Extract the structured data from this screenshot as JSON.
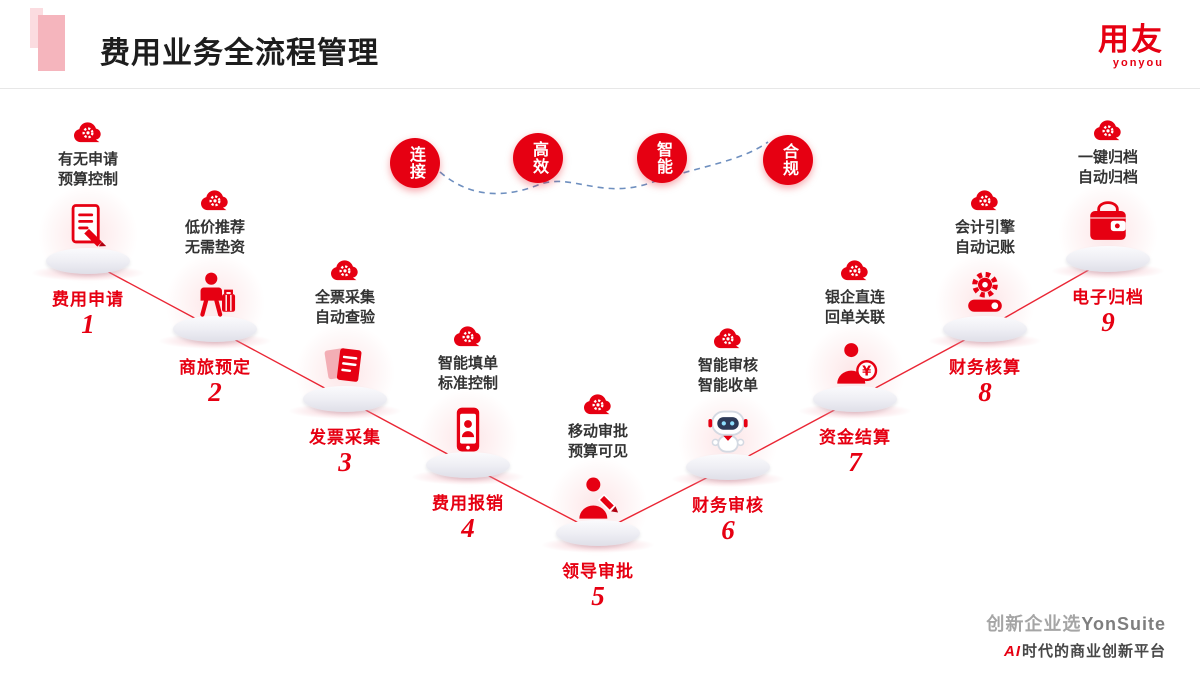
{
  "header": {
    "title": "费用业务全流程管理",
    "logo_text": "用友",
    "logo_subtext": "yonyou"
  },
  "badges": [
    {
      "label": "连接"
    },
    {
      "label": "高效"
    },
    {
      "label": "智能"
    },
    {
      "label": "合规"
    }
  ],
  "steps": [
    {
      "num": "1",
      "name": "费用申请",
      "desc": "有无申请\n预算控制",
      "icon": "document-pen-icon"
    },
    {
      "num": "2",
      "name": "商旅预定",
      "desc": "低价推荐\n无需垫资",
      "icon": "business-traveler-icon"
    },
    {
      "num": "3",
      "name": "发票采集",
      "desc": "全票采集\n自动查验",
      "icon": "invoice-tickets-icon"
    },
    {
      "num": "4",
      "name": "费用报销",
      "desc": "智能填单\n标准控制",
      "icon": "mobile-expense-icon"
    },
    {
      "num": "5",
      "name": "领导审批",
      "desc": "移动审批\n预算可见",
      "icon": "leader-approval-icon"
    },
    {
      "num": "6",
      "name": "财务审核",
      "desc": "智能审核\n智能收单",
      "icon": "robot-audit-icon"
    },
    {
      "num": "7",
      "name": "资金结算",
      "desc": "银企直连\n回单关联",
      "icon": "settlement-person-icon"
    },
    {
      "num": "8",
      "name": "财务核算",
      "desc": "会计引擎\n自动记账",
      "icon": "accounting-engine-icon"
    },
    {
      "num": "9",
      "name": "电子归档",
      "desc": "一键归档\n自动归档",
      "icon": "archive-wallet-icon"
    }
  ],
  "footer": {
    "line1_prefix": "创新企业选",
    "line1_brand": "YonSuite",
    "line2_red": "AI",
    "line2_rest": "时代的商业创新平台"
  },
  "colors": {
    "brand_red": "#E60012",
    "dashed_line_blue": "#6E8FBF",
    "pedestal_pink": "#EEA0AC"
  }
}
